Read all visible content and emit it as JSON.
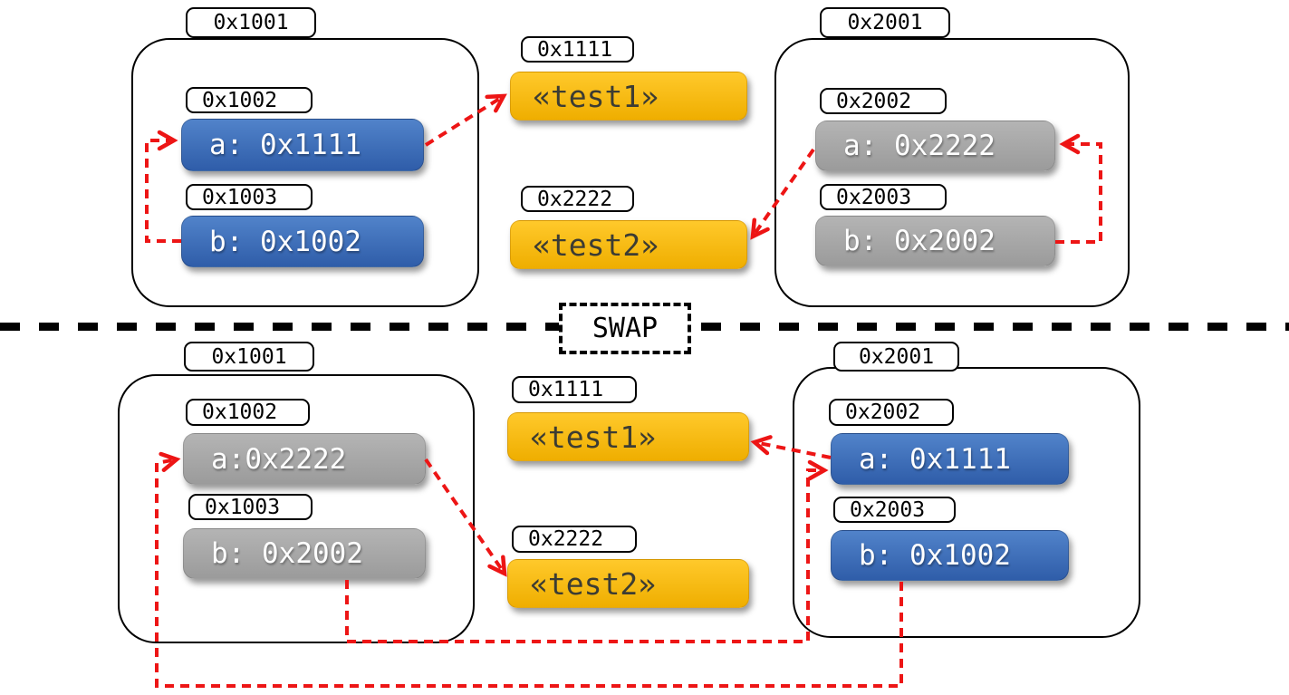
{
  "divider": {
    "label": "SWAP"
  },
  "colors": {
    "pointer_arrow_red": "#ed1515",
    "box_blue": "#3a68b0",
    "box_gray": "#a9a9a9",
    "box_yellow": "#f7b916",
    "value_text": "#ffffff",
    "heap_text": "#3c3c33",
    "outline_black": "#000000"
  },
  "top": {
    "stack1": {
      "frame_addr": "0x1001",
      "slots": [
        {
          "addr": "0x1002",
          "text": "a: 0x1111"
        },
        {
          "addr": "0x1003",
          "text": "b: 0x1002"
        }
      ]
    },
    "heap": [
      {
        "addr": "0x1111",
        "text": "«test1»"
      },
      {
        "addr": "0x2222",
        "text": "«test2»"
      }
    ],
    "stack2": {
      "frame_addr": "0x2001",
      "slots": [
        {
          "addr": "0x2002",
          "text": "a: 0x2222"
        },
        {
          "addr": "0x2003",
          "text": "b: 0x2002"
        }
      ]
    }
  },
  "bottom": {
    "stack1": {
      "frame_addr": "0x1001",
      "slots": [
        {
          "addr": "0x1002",
          "text": "a:0x2222"
        },
        {
          "addr": "0x1003",
          "text": "b: 0x2002"
        }
      ]
    },
    "heap": [
      {
        "addr": "0x1111",
        "text": "«test1»"
      },
      {
        "addr": "0x2222",
        "text": "«test2»"
      }
    ],
    "stack2": {
      "frame_addr": "0x2001",
      "slots": [
        {
          "addr": "0x2002",
          "text": "a: 0x1111"
        },
        {
          "addr": "0x2003",
          "text": "b: 0x1002"
        }
      ]
    }
  },
  "arrows": [
    "top: a(0x1002) -> «test1»(0x1111)",
    "top: b(0x1003) -> a(0x1002)",
    "top: a(0x2002) -> «test2»(0x2222)",
    "top: b(0x2003) -> a(0x2002)",
    "bottom: a(0x1002) -> «test2»(0x2222)",
    "bottom: a(0x2002) -> «test1»(0x1111)",
    "bottom: b(0x1003) -> a(0x2002)",
    "bottom: b(0x2003) -> a(0x1002)"
  ]
}
